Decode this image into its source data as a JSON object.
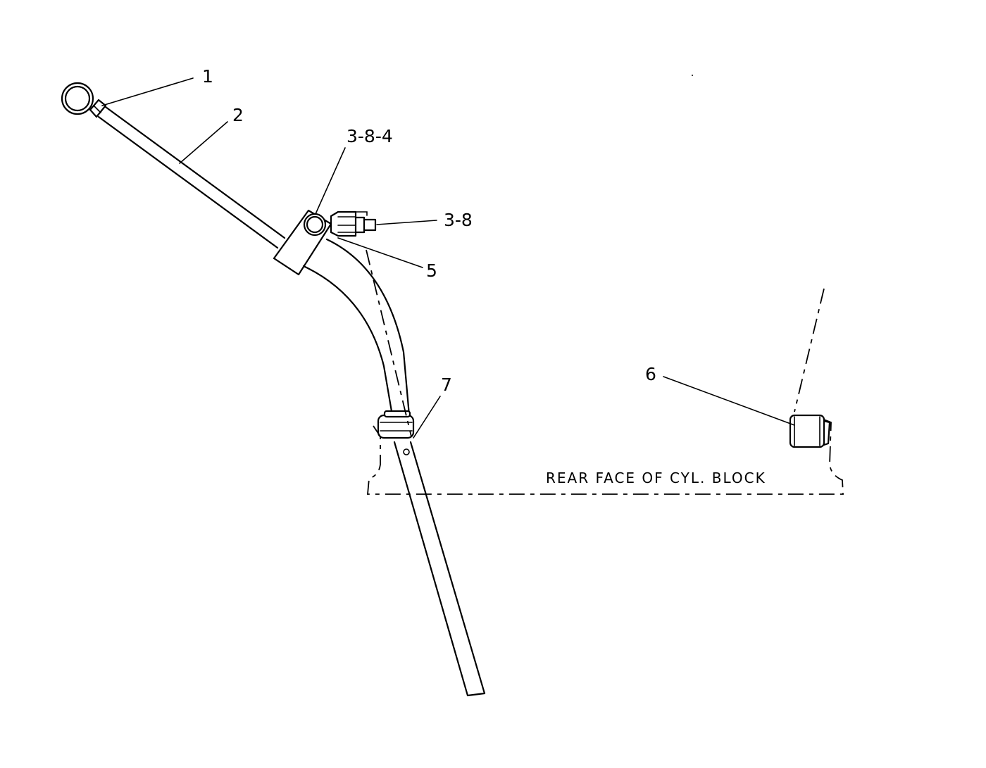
{
  "diagram": {
    "callouts": {
      "c1": "1",
      "c2": "2",
      "c3": "3-8-4",
      "c4": "3-8",
      "c5": "5",
      "c6": "6",
      "c7": "7"
    },
    "note": "REAR FACE OF CYL. BLOCK"
  }
}
